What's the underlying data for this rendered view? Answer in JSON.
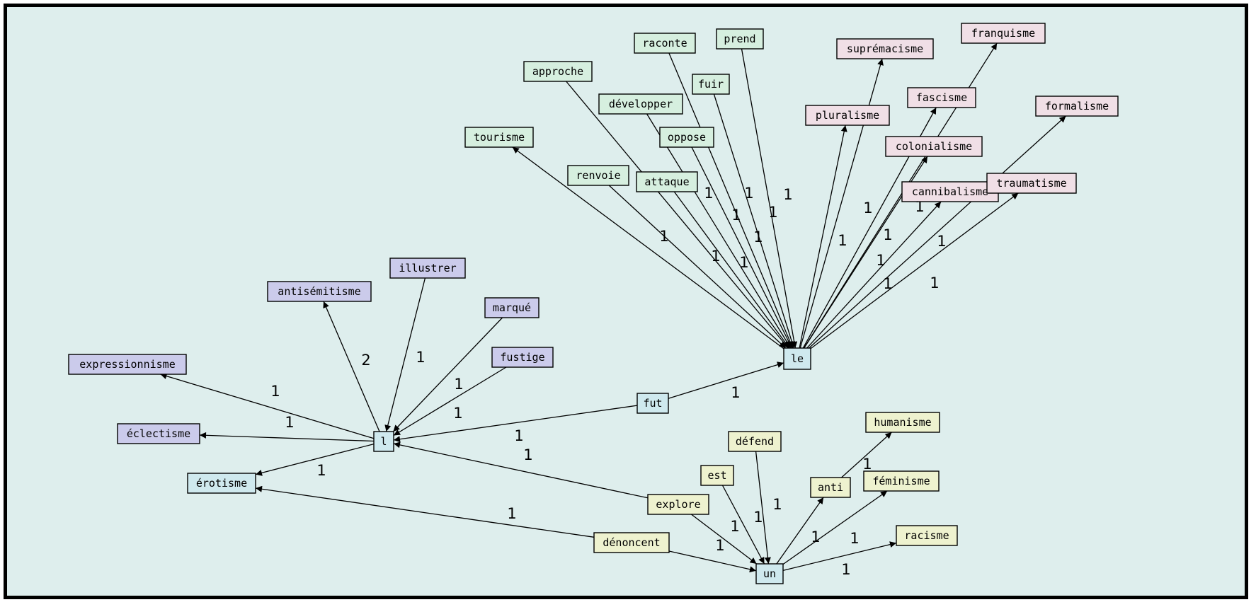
{
  "colors": {
    "background": "#deeeed",
    "frame": "#000000",
    "green": "#d6efdf",
    "pink": "#f0dfe6",
    "purple": "#cbcbeb",
    "blue": "#cfe9ee",
    "yellow": "#eef2cf"
  },
  "nodes": [
    {
      "id": "le",
      "label": "le",
      "color": "blue"
    },
    {
      "id": "l",
      "label": "l",
      "color": "blue"
    },
    {
      "id": "un",
      "label": "un",
      "color": "blue"
    },
    {
      "id": "fut",
      "label": "fut",
      "color": "blue"
    },
    {
      "id": "erotisme",
      "label": "érotisme",
      "color": "blue"
    },
    {
      "id": "approche",
      "label": "approche",
      "color": "green"
    },
    {
      "id": "raconte",
      "label": "raconte",
      "color": "green"
    },
    {
      "id": "prend",
      "label": "prend",
      "color": "green"
    },
    {
      "id": "fuir",
      "label": "fuir",
      "color": "green"
    },
    {
      "id": "developper",
      "label": "développer",
      "color": "green"
    },
    {
      "id": "oppose",
      "label": "oppose",
      "color": "green"
    },
    {
      "id": "tourisme",
      "label": "tourisme",
      "color": "green"
    },
    {
      "id": "renvoie",
      "label": "renvoie",
      "color": "green"
    },
    {
      "id": "attaque",
      "label": "attaque",
      "color": "green"
    },
    {
      "id": "supremacisme",
      "label": "suprémacisme",
      "color": "pink"
    },
    {
      "id": "franquisme",
      "label": "franquisme",
      "color": "pink"
    },
    {
      "id": "fascisme",
      "label": "fascisme",
      "color": "pink"
    },
    {
      "id": "pluralisme",
      "label": "pluralisme",
      "color": "pink"
    },
    {
      "id": "formalisme",
      "label": "formalisme",
      "color": "pink"
    },
    {
      "id": "colonialisme",
      "label": "colonialisme",
      "color": "pink"
    },
    {
      "id": "cannibalisme",
      "label": "cannibalisme",
      "color": "pink"
    },
    {
      "id": "traumatisme",
      "label": "traumatisme",
      "color": "pink"
    },
    {
      "id": "antisemitisme",
      "label": "antisémitisme",
      "color": "purple"
    },
    {
      "id": "illustrer",
      "label": "illustrer",
      "color": "purple"
    },
    {
      "id": "marque",
      "label": "marqué",
      "color": "purple"
    },
    {
      "id": "fustige",
      "label": "fustige",
      "color": "purple"
    },
    {
      "id": "expressionnisme",
      "label": "expressionnisme",
      "color": "purple"
    },
    {
      "id": "eclectisme",
      "label": "éclectisme",
      "color": "purple"
    },
    {
      "id": "humanisme",
      "label": "humanisme",
      "color": "yellow"
    },
    {
      "id": "defend",
      "label": "défend",
      "color": "yellow"
    },
    {
      "id": "est",
      "label": "est",
      "color": "yellow"
    },
    {
      "id": "anti",
      "label": "anti",
      "color": "yellow"
    },
    {
      "id": "feminisme",
      "label": "féminisme",
      "color": "yellow"
    },
    {
      "id": "racisme",
      "label": "racisme",
      "color": "yellow"
    },
    {
      "id": "explore",
      "label": "explore",
      "color": "yellow"
    },
    {
      "id": "denoncent",
      "label": "dénoncent",
      "color": "yellow"
    }
  ],
  "edges": [
    {
      "from": "approche",
      "to": "le",
      "label": "1"
    },
    {
      "from": "raconte",
      "to": "le",
      "label": "1"
    },
    {
      "from": "prend",
      "to": "le",
      "label": "1"
    },
    {
      "from": "fuir",
      "to": "le",
      "label": "1"
    },
    {
      "from": "developper",
      "to": "le",
      "label": "1"
    },
    {
      "from": "oppose",
      "to": "le",
      "label": "1"
    },
    {
      "from": "renvoie",
      "to": "le",
      "label": "1"
    },
    {
      "from": "attaque",
      "to": "le",
      "label": "1"
    },
    {
      "from": "le",
      "to": "tourisme",
      "label": "1"
    },
    {
      "from": "le",
      "to": "pluralisme",
      "label": "1"
    },
    {
      "from": "le",
      "to": "supremacisme",
      "label": "1"
    },
    {
      "from": "le",
      "to": "fascisme",
      "label": "1"
    },
    {
      "from": "le",
      "to": "franquisme",
      "label": "1"
    },
    {
      "from": "le",
      "to": "colonialisme",
      "label": "1"
    },
    {
      "from": "le",
      "to": "cannibalisme",
      "label": "1"
    },
    {
      "from": "le",
      "to": "formalisme",
      "label": "1"
    },
    {
      "from": "le",
      "to": "traumatisme",
      "label": "1"
    },
    {
      "from": "fut",
      "to": "le",
      "label": "1"
    },
    {
      "from": "fut",
      "to": "l",
      "label": "1"
    },
    {
      "from": "l",
      "to": "antisemitisme",
      "label": "2"
    },
    {
      "from": "illustrer",
      "to": "l",
      "label": "1"
    },
    {
      "from": "marque",
      "to": "l",
      "label": "1"
    },
    {
      "from": "fustige",
      "to": "l",
      "label": "1"
    },
    {
      "from": "l",
      "to": "expressionnisme",
      "label": "1"
    },
    {
      "from": "l",
      "to": "eclectisme",
      "label": "1"
    },
    {
      "from": "l",
      "to": "erotisme",
      "label": "1"
    },
    {
      "from": "explore",
      "to": "l",
      "label": "1"
    },
    {
      "from": "denoncent",
      "to": "erotisme",
      "label": "1"
    },
    {
      "from": "explore",
      "to": "un",
      "label": "1"
    },
    {
      "from": "denoncent",
      "to": "un",
      "label": "1"
    },
    {
      "from": "est",
      "to": "un",
      "label": "1"
    },
    {
      "from": "defend",
      "to": "un",
      "label": "1"
    },
    {
      "from": "un",
      "to": "anti",
      "label": "1"
    },
    {
      "from": "anti",
      "to": "humanisme",
      "label": "1"
    },
    {
      "from": "un",
      "to": "feminisme",
      "label": "1"
    },
    {
      "from": "un",
      "to": "racisme",
      "label": "1"
    }
  ]
}
